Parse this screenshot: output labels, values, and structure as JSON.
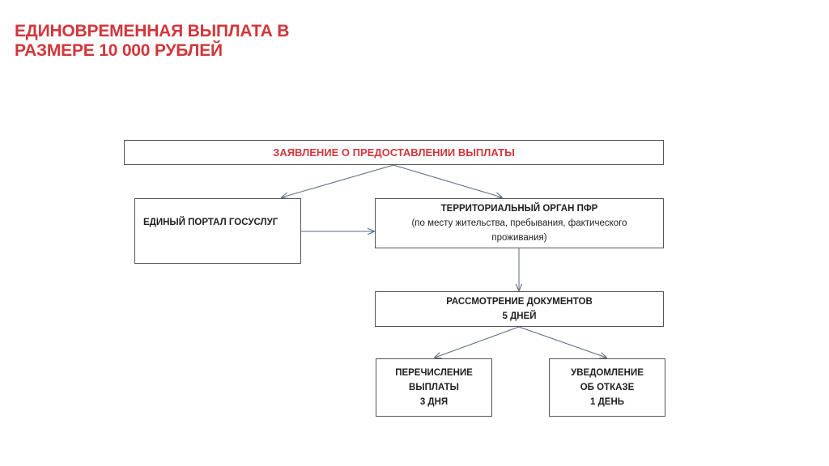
{
  "title": {
    "line1": "ЕДИНОВРЕМЕННАЯ ВЫПЛАТА В",
    "line2": "РАЗМЕРЕ 10 000 РУБЛЕЙ"
  },
  "diagram": {
    "application": "ЗАЯВЛЕНИЕ О ПРЕДОСТАВЛЕНИИ ВЫПЛАТЫ",
    "portal": "ЕДИНЫЙ ПОРТАЛ ГОСУСЛУГ",
    "territorial": {
      "line1": "ТЕРРИТОРИАЛЬНЫЙ ОРГАН ПФР",
      "line2": "(по месту жительства, пребывания, фактического",
      "line3": "проживания)"
    },
    "review": {
      "line1": "РАССМОТРЕНИЕ ДОКУМЕНТОВ",
      "line2": "5 ДНЕЙ"
    },
    "transfer": {
      "line1": "ПЕРЕЧИСЛЕНИЕ",
      "line2": "ВЫПЛАТЫ",
      "line3": "3 ДНЯ"
    },
    "refusal": {
      "line1": "УВЕДОМЛЕНИЕ",
      "line2": "ОБ ОТКАЗЕ",
      "line3": "1 ДЕНЬ"
    }
  },
  "colors": {
    "accent_red": "#d1363b",
    "box_border": "#555555",
    "connector": "#5b6b80",
    "text": "#1f1f1f"
  }
}
